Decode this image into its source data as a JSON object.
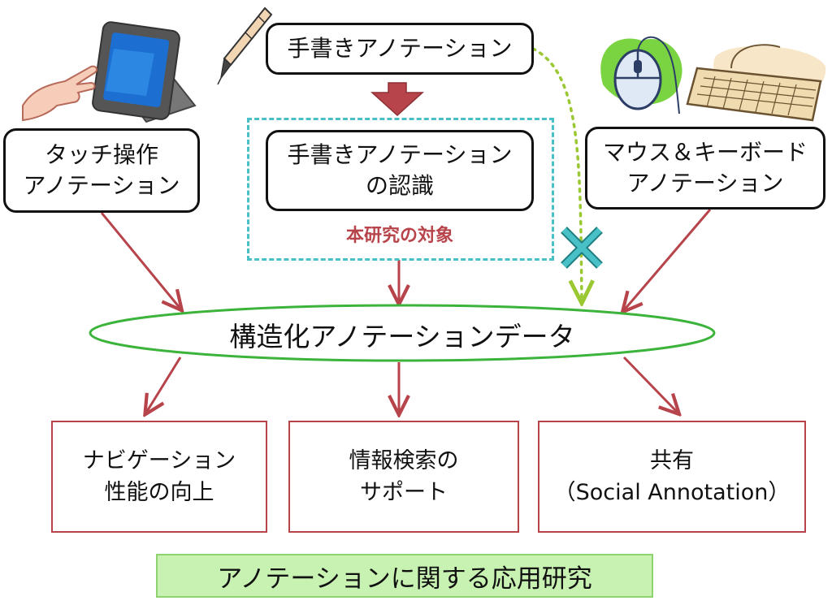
{
  "sources": {
    "handwriting": "手書きアノテーション",
    "touch_line1": "タッチ操作",
    "touch_line2": "アノテーション",
    "mouse_line1": "マウス＆キーボード",
    "mouse_line2": "アノテーション"
  },
  "recognition": {
    "line1": "手書きアノテーション",
    "line2": "の認識",
    "target_label": "本研究の対象"
  },
  "center": {
    "label": "構造化アノテーションデータ"
  },
  "outcomes": [
    {
      "line1": "ナビゲーション",
      "line2": "性能の向上"
    },
    {
      "line1": "情報検索の",
      "line2": "サポート"
    },
    {
      "line1": "共有",
      "line2": "（Social Annotation）"
    }
  ],
  "footer": {
    "label": "アノテーションに関する応用研究"
  },
  "icons": [
    "pen-icon",
    "tablet-touch-icon",
    "mouse-icon",
    "keyboard-icon",
    "cross-mark-icon"
  ],
  "colors": {
    "arrow": "#b8444b",
    "dashed_frame": "#49bfc6",
    "ellipse": "#3cb43c",
    "dotted_arrow": "#9ac832",
    "footer_bg": "#c8f2b2"
  }
}
